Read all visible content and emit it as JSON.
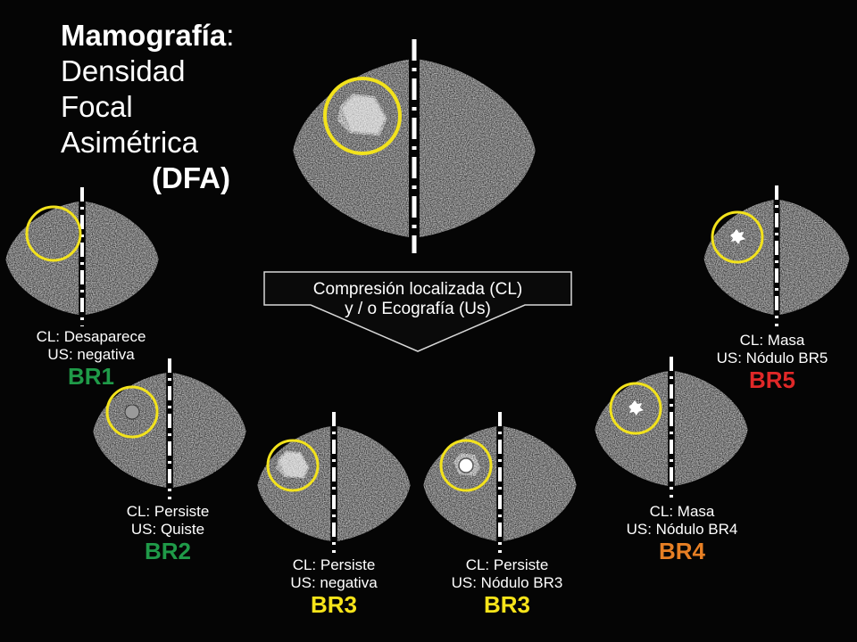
{
  "title": {
    "line1_bold": "Mamografía",
    "line1_rest": ":",
    "line2": "Densidad",
    "line3": "Focal",
    "line4": "Asimétrica",
    "abbr": "(DFA)"
  },
  "arrow": {
    "line1": "Compresión localizada (CL)",
    "line2": "y / o Ecografía (Us)"
  },
  "colors": {
    "highlight_circle": "#f2e21c",
    "br_green": "#1f9a48",
    "br_yellow": "#f7e41a",
    "br_orange": "#e77f24",
    "br_red": "#e02828",
    "tissue": "#707070"
  },
  "cases": [
    {
      "cl": "CL: Desaparece",
      "us": "US: negativa",
      "br": "BR1",
      "br_color": "#1f9a48",
      "lesion": "none"
    },
    {
      "cl": "CL: Persiste",
      "us": "US: Quiste",
      "br": "BR2",
      "br_color": "#1f9a48",
      "lesion": "cyst"
    },
    {
      "cl": "CL: Persiste",
      "us": "US: negativa",
      "br": "BR3",
      "br_color": "#f7e41a",
      "lesion": "density"
    },
    {
      "cl": "CL: Persiste",
      "us": "US: Nódulo BR3",
      "br": "BR3",
      "br_color": "#f7e41a",
      "lesion": "nodule"
    },
    {
      "cl": "CL: Masa",
      "us": "US: Nódulo BR4",
      "br": "BR4",
      "br_color": "#e77f24",
      "lesion": "spiculated"
    },
    {
      "cl": "CL: Masa",
      "us": "US: Nódulo BR5",
      "br": "BR5",
      "br_color": "#e02828",
      "lesion": "spiculated"
    }
  ]
}
